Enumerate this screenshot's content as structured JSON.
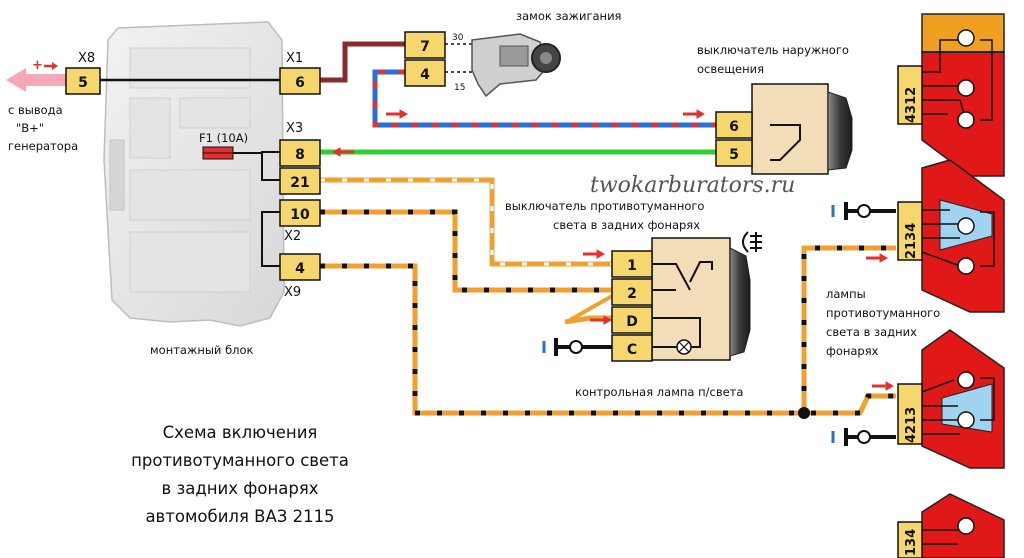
{
  "watermark": "twokarburators.ru",
  "title_lines": [
    "Схема включения",
    "противотуманного света",
    "в задних фонарях",
    "автомобиля ВАЗ 2115"
  ],
  "labels": {
    "mounting_block": "монтажный блок",
    "ignition_lock": "замок зажигания",
    "ext_light_switch_l1": "выключатель наружного",
    "ext_light_switch_l2": "освещения",
    "fog_switch_l1": "выключатель противотуманного",
    "fog_switch_l2": "света в задних фонарях",
    "fog_lamps_l1": "лампы",
    "fog_lamps_l2": "противотуманного",
    "fog_lamps_l3": "света в задних",
    "fog_lamps_l4": "фонарях",
    "indicator_lamp": "контрольная лампа п/света",
    "gen_l1": "с вывода",
    "gen_l2": "\"В+\"",
    "gen_l3": "генератора",
    "fuse": "F1 (10A)",
    "plus_sign": "+",
    "ign_pin_30": "30",
    "ign_pin_15": "15"
  },
  "connectors": {
    "x8": "X8",
    "x1": "X1",
    "x3": "X3",
    "x2": "X2",
    "x9": "X9"
  },
  "pins": {
    "x8_5": "5",
    "x1_6": "6",
    "x3_8": "8",
    "x3_21": "21",
    "x2_10": "10",
    "x9_4": "4",
    "ign_7": "7",
    "ign_4": "4",
    "sw_6": "6",
    "sw_5": "5",
    "fog_1": "1",
    "fog_2": "2",
    "fog_D": "D",
    "fog_C": "C"
  },
  "lamp_pins": {
    "lamp1": "4312",
    "lamp2": "2134",
    "lamp3": "4213",
    "lamp4": "134"
  },
  "colors": {
    "yellow": "#f5d76e",
    "brown": "#8b2a2a",
    "blue": "#2a6fd6",
    "red": "#e53030",
    "green": "#33cc33",
    "orange": "#f0a030",
    "black": "#111111",
    "lamp_red": "#e01818",
    "lamp_orange": "#f0a020",
    "lamp_blue": "#9fd3f0"
  }
}
